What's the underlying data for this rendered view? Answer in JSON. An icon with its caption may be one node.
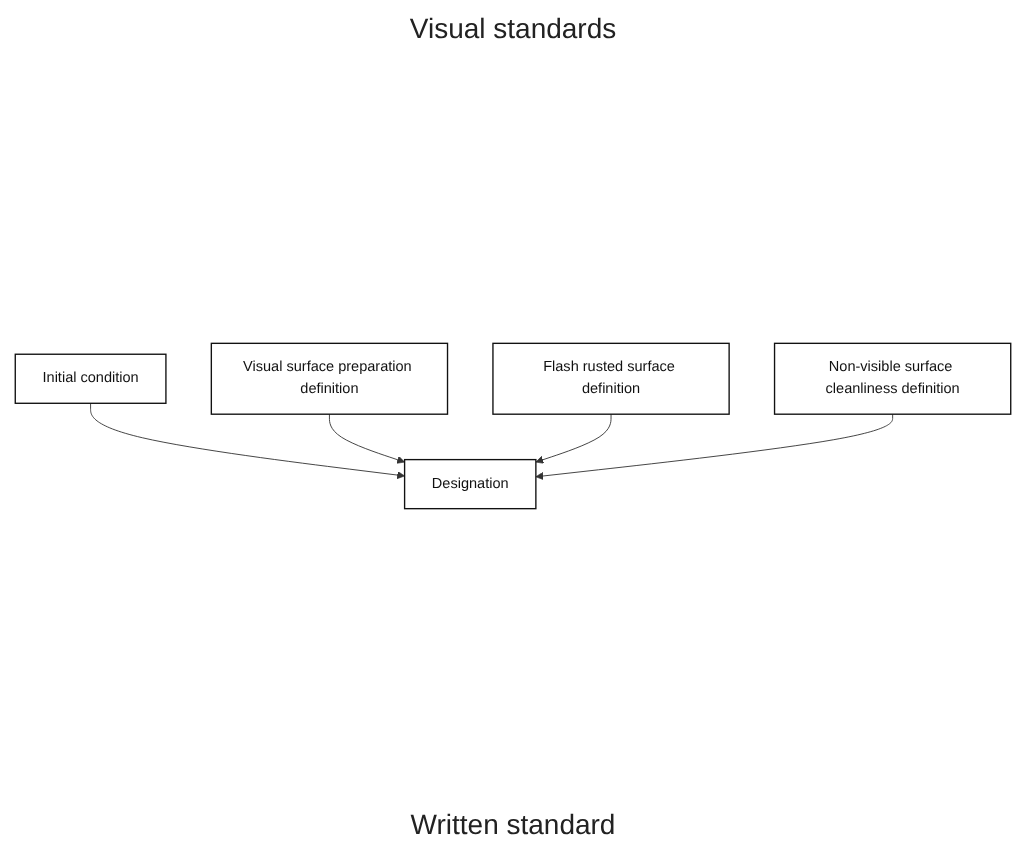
{
  "diagram": {
    "nodes": [
      {
        "text": [
          "Initial condition"
        ]
      },
      {
        "text": [
          "Visual surface preparation definition"
        ]
      },
      {
        "text": [
          "Flash rusted surface definition"
        ]
      },
      {
        "text": [
          "Designation"
        ]
      },
      {
        "text": [
          "Non-visible surface cleanliness definition"
        ]
      }
    ],
    "edges": [
      {
        "from": 0,
        "to": 3,
        "arrow": "to"
      },
      {
        "from": 1,
        "to": 3,
        "arrow": "to"
      },
      {
        "from": 2,
        "to": 3,
        "arrow": "to"
      },
      {
        "from": 4,
        "to": 3,
        "arrow": "to"
      }
    ],
    "labels": [
      "Visual standards",
      "Written standard"
    ]
  }
}
